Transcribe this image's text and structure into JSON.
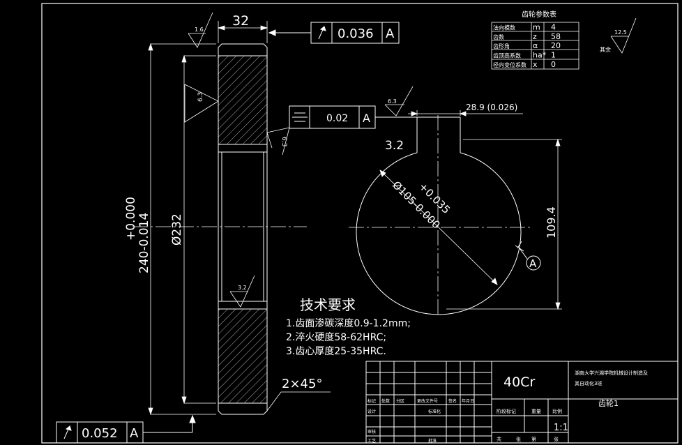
{
  "gear": {
    "face_width": "32",
    "runout_top_value": "0.036",
    "runout_bottom_value": "0.052",
    "datum": "A",
    "roughness_face": "1.6",
    "roughness_tooth_1": "6.3",
    "roughness_tooth_2": "6.3",
    "roughness_bore": "3.2",
    "roughness_keyway": "6.3",
    "roughness_general": "12.5",
    "tip_diameter_main": "240",
    "tip_tol_upper": "+0.000",
    "tip_tol_lower": "-0.014",
    "diameter_232": "Ø232",
    "chamfer": "2×45°"
  },
  "bore": {
    "diameter": "Ø105",
    "tol_upper": "+0.035",
    "tol_lower": "-0.000",
    "keyway_width": "28.9",
    "keyway_width_tol": "(0.026)",
    "keyway_roughness_note": "3.2",
    "depth": "109.4",
    "symmetry_value": "0.02"
  },
  "params_table": {
    "title": "齿轮参数表",
    "rows": [
      {
        "name": "法向模数",
        "sym": "m",
        "val": "4"
      },
      {
        "name": "齿数",
        "sym": "z",
        "val": "58"
      },
      {
        "name": "齿形角",
        "sym": "α",
        "val": "20"
      },
      {
        "name": "齿顶高系数",
        "sym": "ha*",
        "val": "1"
      },
      {
        "name": "径向变位系数",
        "sym": "x",
        "val": "0"
      }
    ]
  },
  "tech_req": {
    "title": "技术要求",
    "lines": [
      "1.齿面渗碳深度0.9-1.2mm;",
      "2.淬火硬度58-62HRC;",
      "3.齿心厚度25-35HRC."
    ]
  },
  "title_block": {
    "material": "40Cr",
    "school": "湖南大学兴湘学院机械设计制造及",
    "class": "其自动化3班",
    "part_name": "齿轮1",
    "scale": "1:1",
    "labels": [
      "标记",
      "处数",
      "分区",
      "更改文件号",
      "签名",
      "年月日",
      "设计",
      "标准化",
      "审核",
      "工艺",
      "批准",
      "阶段标记",
      "重量",
      "比例",
      "共",
      "张",
      "第",
      "张"
    ]
  },
  "colors": {
    "background": "#000000",
    "lines": "#ffffff"
  }
}
